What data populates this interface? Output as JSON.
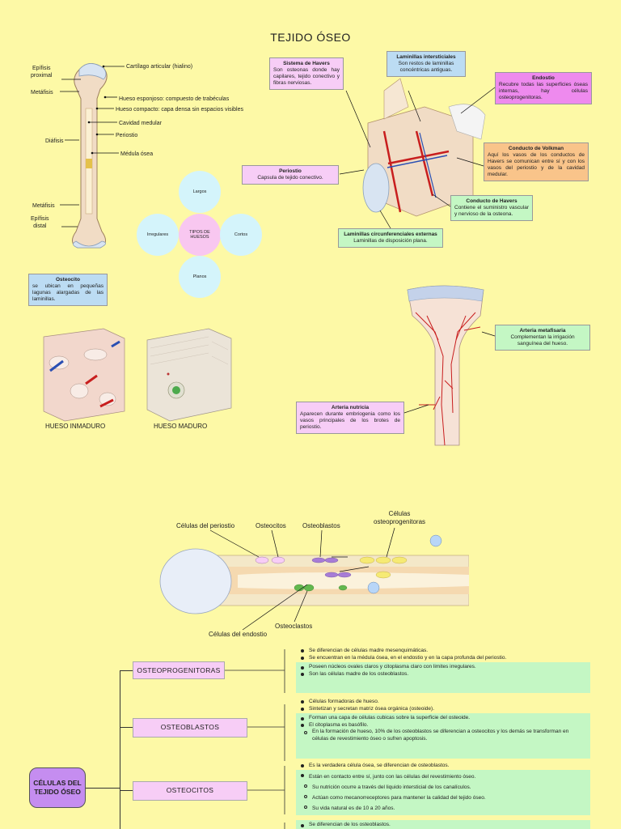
{
  "title": "TEJIDO ÓSEO",
  "bone_labels": {
    "epifisis_proximal": "Epífisis\nproximal",
    "metafisis_top": "Metáfisis",
    "diafisis": "Diáfisis",
    "metafisis_bottom": "Metáfisis",
    "epifisis_distal": "Epífisis\ndistal",
    "cartilago": "Cartílago articular (hialino)",
    "esponjoso": "Hueso esponjoso: compuesto de trabéculas",
    "compacto": "Hueso compacto: capa densa sin espacios visibles",
    "cavidad": "Cavidad medular",
    "periostio": "Periostio",
    "medula": "Médula ósea"
  },
  "tipos": {
    "center": "TIPOS DE\nHUESOS",
    "largos": "Largos",
    "irregulares": "Irregulares",
    "cortos": "Cortos",
    "planos": "Planos"
  },
  "havers_boxes": {
    "sistema_title": "Sistema de Havers",
    "sistema_text": "Son osteonas donde hay capilares, tejido conectivo y fibras nerviosas.",
    "intersticiales_title": "Laminillas intersticiales",
    "intersticiales_text": "Son restos de laminillas concéntricas antiguas.",
    "endostio_title": "Endostio",
    "endostio_text": "Recubre todas las superficies óseas internas, hay células osteoprogenitoras.",
    "volkman_title": "Conducto de Volkman",
    "volkman_text": "Aquí los vasos de los conductos de Havers se comunican entre sí y con los vasos del periostio y de la cavidad medular.",
    "periostio_title": "Periostio",
    "periostio_text": "Capsula de tejido conectivo.",
    "conducto_title": "Conducto de Havers",
    "conducto_text": "Contiene el suministro vascular y nervioso de la osteona.",
    "circunferenciales_title": "Laminillas circunferenciales externas",
    "circunferenciales_text": "Laminillas de disposición plana."
  },
  "osteocito_box": {
    "title": "Osteocito",
    "text": "se ubican en pequeñas lagunas alargadas de las laminillas."
  },
  "bone_captions": {
    "inmaduro": "HUESO INMADURO",
    "maduro": "HUESO MADURO"
  },
  "arteria_boxes": {
    "metafisaria_title": "Arteria metafisaria",
    "metafisaria_text": "Complementan la irrigación sanguínea del hueso.",
    "nutricia_title": "Arteria nutricia",
    "nutricia_text": "Aparecen durante embriogenia como los vasos principales de los brotes de periostio."
  },
  "cells_diagram": {
    "periostio": "Células del periostio",
    "osteocitos": "Osteocitos",
    "osteoblastos": "Osteoblastos",
    "osteoprogenitoras": "Células\nosteoprogenitoras",
    "endostio": "Células del endostio",
    "osteoclastos": "Osteoclastos"
  },
  "outline": {
    "main": "CÉLULAS DEL\nTEJIDO ÓSEO",
    "sections": [
      {
        "label": "OSTEOPROGENITORAS",
        "plain": [
          "Se diferencian de células madre mesenquimáticas.",
          "Se encuentran en la médula ósea, en el endostio y en la capa profunda del periostio."
        ],
        "green": [
          "Poseen núcleos ovales claros y citoplasma claro con limites irregulares.",
          "Son las células madre de los osteoblastos."
        ]
      },
      {
        "label": "OSTEOBLASTOS",
        "plain": [
          "Células formadoras de hueso.",
          "Sintetizan y secretan matriz ósea orgánica (osteoide)."
        ],
        "green": [
          "Forman una capa de células cubicas sobre la superficie del osteoide.",
          "El citoplasma es basófilo.",
          "En la formación de hueso, 10% de los osteoblastos se diferencian a osteocitos y los demás se transforman en células de revestimiento óseo o sufren apoptosis."
        ]
      },
      {
        "label": "OSTEOCITOS",
        "plain": [
          "Es la verdadera célula ósea, se diferencian de osteoblastos."
        ],
        "green": [
          "Están en contacto entre sí, junto con las células del revestimiento óseo.",
          "Su nutrición ocurre a través del liquido intersticial de los canalículos.",
          "Actúan como mecanorreceptores para mantener la calidad del tejido óseo.",
          "Su vida natural es de 10 a 20 años."
        ]
      },
      {
        "label": "",
        "plain": [],
        "green": [
          "Se diferencian de los osteoblastos."
        ]
      }
    ]
  }
}
